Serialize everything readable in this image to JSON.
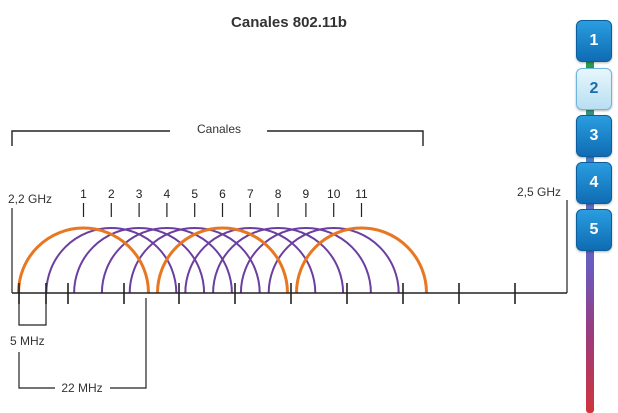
{
  "title": "Canales 802.11b",
  "labels": {
    "group": "Canales",
    "freq_start": "2,2 GHz",
    "freq_end": "2,5 GHz",
    "spacing": "5 MHz",
    "width": "22 MHz"
  },
  "channels": [
    "1",
    "2",
    "3",
    "4",
    "5",
    "6",
    "7",
    "8",
    "9",
    "10",
    "11"
  ],
  "non_overlapping_channels": [
    "1",
    "6",
    "11"
  ],
  "colors": {
    "highlight_channel": "#e87722",
    "channel": "#6b3fa0",
    "axis": "#222222"
  },
  "steps": [
    {
      "label": "1",
      "active": false
    },
    {
      "label": "2",
      "active": true
    },
    {
      "label": "3",
      "active": false
    },
    {
      "label": "4",
      "active": false
    },
    {
      "label": "5",
      "active": false
    }
  ]
}
